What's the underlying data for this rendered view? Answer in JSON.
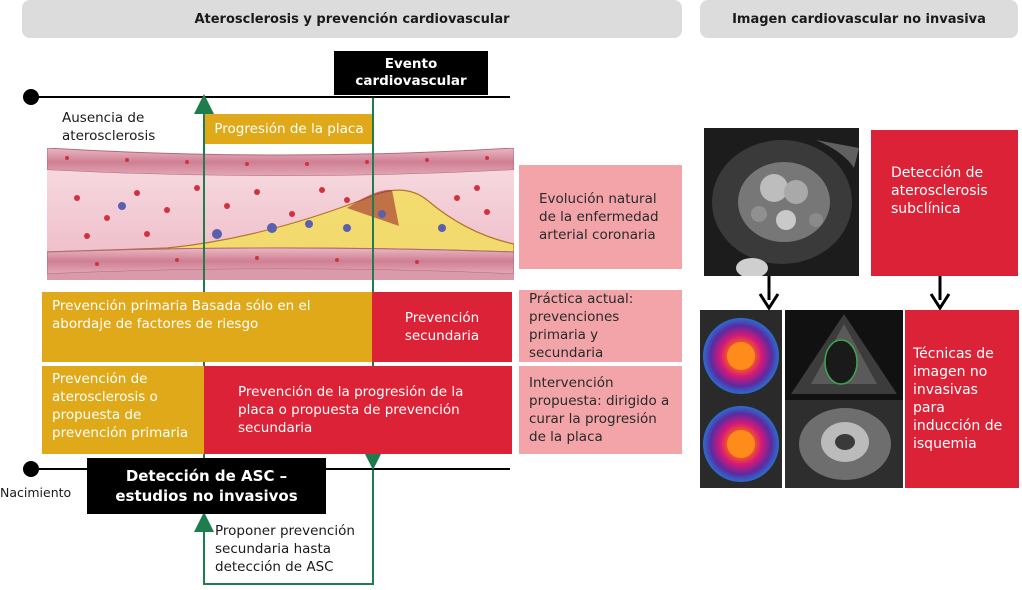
{
  "headers": {
    "left": "Aterosclerosis y prevención cardiovascular",
    "right": "Imagen cardiovascular no invasiva"
  },
  "timeline": {
    "event_label": "Evento cardiovascular",
    "birth_label": "Nacimiento",
    "no_atherosclerosis_label": "Ausencia de aterosclerosis",
    "plaque_progression_label": "Progresión de la placa"
  },
  "left_boxes": {
    "primary_prevention": "Prevención primaria Basada sólo en el abordaje de factores de riesgo",
    "secondary_prevention": "Prevención secundaria",
    "atherosclerosis_prevention": "Prevención de aterosclerosis o propuesta de prevención primaria",
    "plaque_progression_prevention": "Prevención de la progresión de la placa o propuesta de prevención secundaria"
  },
  "pink_boxes": {
    "natural_evolution": "Evolución natural de la enfermedad arterial coronaria",
    "current_practice": "Práctica actual: prevenciones primaria y secundaria",
    "proposed_intervention": "Intervención propuesta: dirigido a curar la progresión de la placa"
  },
  "detection": {
    "title": "Detección de ASC – estudios no invasivos",
    "propose_text": "Proponer prevención secundaria hasta detección de ASC"
  },
  "right_boxes": {
    "subclinical": "Detección de aterosclerosis subclínica",
    "ischemia": "Técnicas de imagen no invasivas para inducción de isquemia"
  },
  "colors": {
    "yellow": "#dfa919",
    "red": "#dc2236",
    "pink": "#f2a4a8",
    "green_arrow": "#1e7d4f",
    "header_gray": "#dcdcdc"
  }
}
